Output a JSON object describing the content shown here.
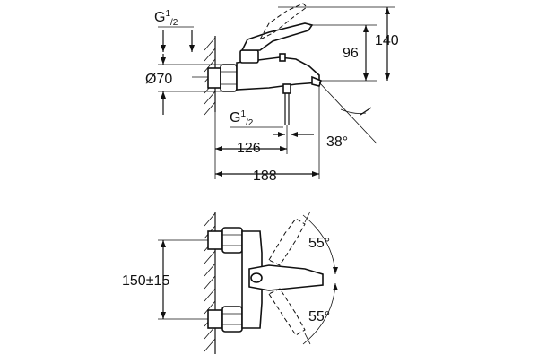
{
  "drawing": {
    "thread_top": {
      "main": "G",
      "sup": "1",
      "sub": "/2"
    },
    "thread_bottom": {
      "main": "G",
      "sup": "1",
      "sub": "/2"
    },
    "dia_70": "Ø70",
    "dim_96": "96",
    "dim_140": "140",
    "dim_126": "126",
    "dim_188": "188",
    "angle_38": "38°",
    "angle_55_top": "55°",
    "angle_55_bottom": "55°",
    "dim_150": "150±15"
  },
  "colors": {
    "line": "#111111",
    "background": "#ffffff"
  }
}
